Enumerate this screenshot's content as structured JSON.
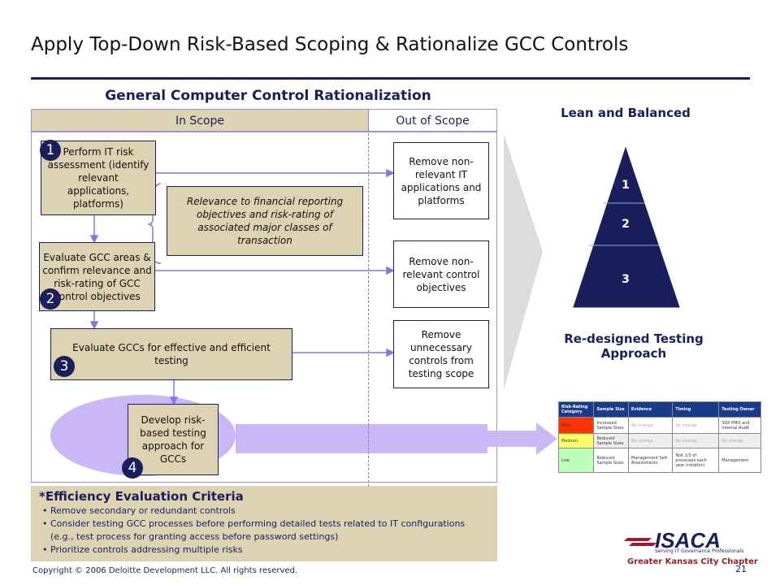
{
  "slide": {
    "title": "Apply Top-Down Risk-Based Scoping & Rationalize GCC Controls",
    "subtitle": "General Computer Control Rationalization",
    "in_scope_label": "In Scope",
    "out_of_scope_label": "Out of Scope"
  },
  "steps": [
    {
      "number": "1",
      "text": "Perform IT risk assessment (identify relevant applications, platforms)"
    },
    {
      "number": "2",
      "text": "Evaluate GCC areas & confirm relevance and risk-rating of GCC control objectives"
    },
    {
      "number": "3",
      "text": "Evaluate GCCs for effective and efficient testing"
    },
    {
      "number": "4",
      "text": "Develop risk-based testing approach for GCCs"
    }
  ],
  "relevance_note": "Relevance to financial reporting objectives and risk-rating of associated major classes of transaction",
  "outcomes": [
    "Remove non-relevant IT applications and platforms",
    "Remove non-relevant control objectives",
    "Remove unnecessary controls from testing scope"
  ],
  "criteria": {
    "heading": "Efficiency Evaluation Criteria",
    "star": "*",
    "items": [
      "Remove secondary or redundant controls",
      "Consider testing GCC processes before performing detailed tests related to IT configurations (e.g., test process for granting access before password settings)",
      "Prioritize controls addressing multiple risks"
    ]
  },
  "right": {
    "lean_title": "Lean and Balanced",
    "pyramid_levels": [
      "1",
      "2",
      "3"
    ],
    "redesigned_title": "Re-designed Testing Approach"
  },
  "risk_table": {
    "headers": [
      "Risk-Rating Category",
      "Sample Size",
      "Evidence",
      "Timing",
      "Testing Owner"
    ],
    "rows": [
      {
        "category": "High",
        "color": "#ff3300",
        "cells": [
          "Increased Sample Sizes",
          "No change",
          "No change",
          "SOX PMO and Internal Audit"
        ]
      },
      {
        "category": "Medium",
        "color": "#ffff66",
        "cells": [
          "Reduced Sample Sizes",
          "No change",
          "No change",
          "No change"
        ]
      },
      {
        "category": "Low",
        "color": "#bbffbb",
        "cells": [
          "Reduced Sample Sizes",
          "Management Self-Assessments",
          "Test 1/3 of processes each year (rotation)",
          "Management"
        ]
      }
    ]
  },
  "logo": {
    "name": "ISACA",
    "tagline": "Serving IT Governance Professionals",
    "chapter": "Greater Kansas City Chapter"
  },
  "footer": {
    "copyright": "Copyright © 2006 Deloitte Development LLC. All rights reserved.",
    "page_number": "21"
  },
  "colors": {
    "navy": "#1a1f5c",
    "tan": "#ddd2b2",
    "lavender": "#c9b8f5",
    "gray_chevron": "#dcdcdc"
  }
}
